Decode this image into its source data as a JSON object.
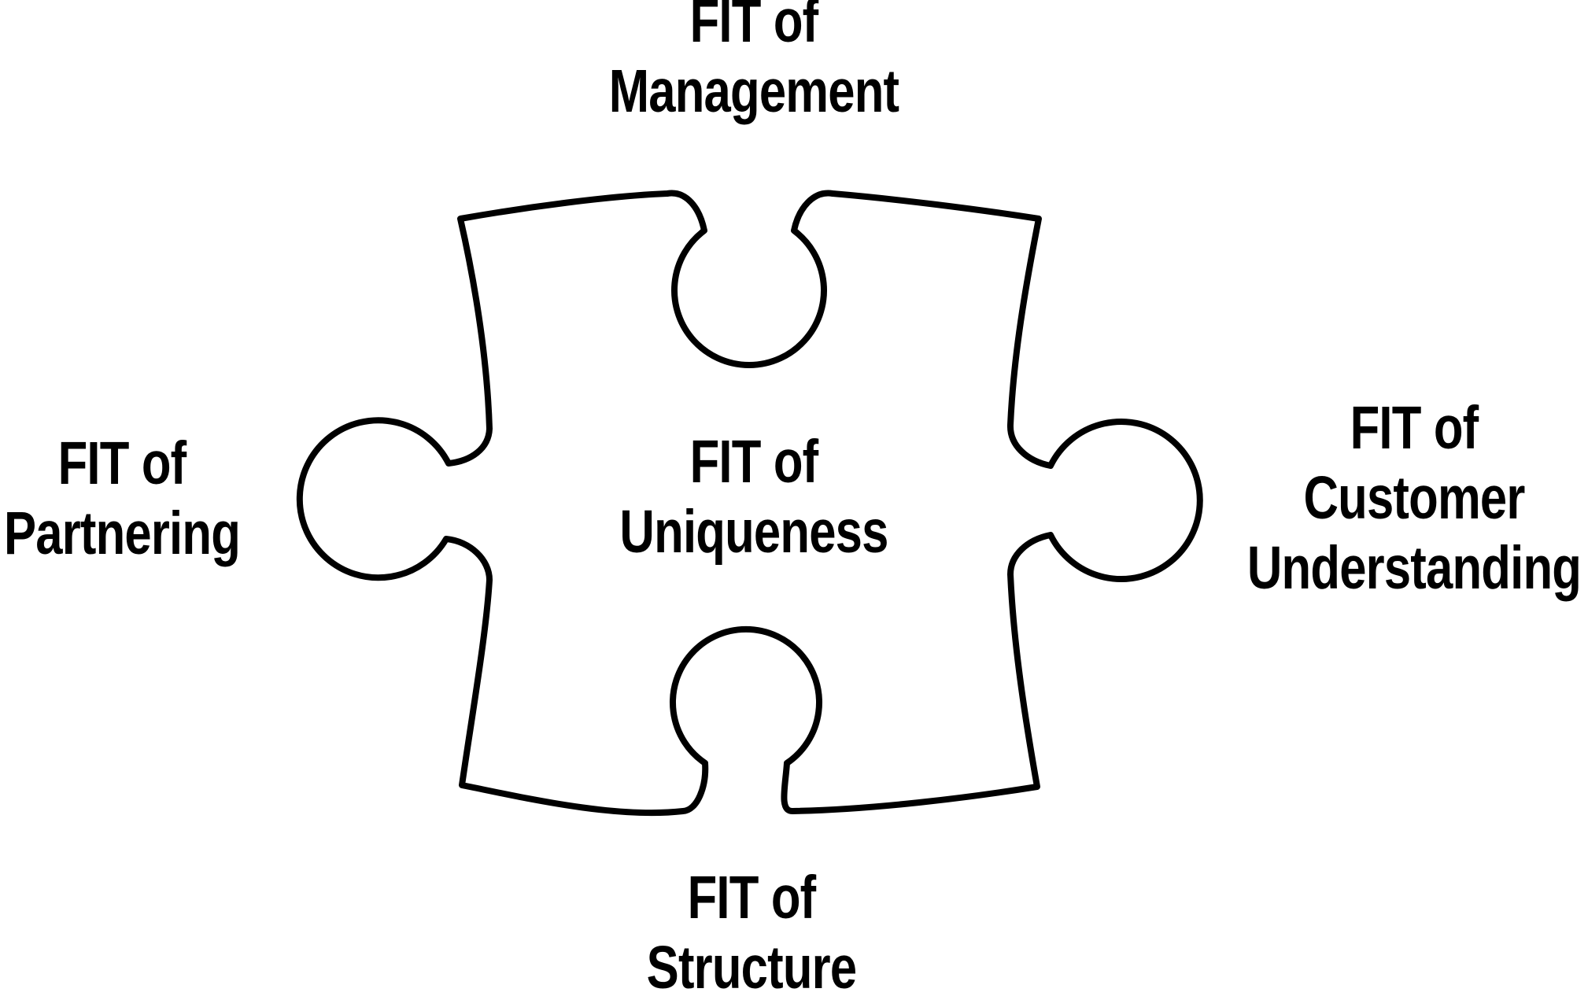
{
  "diagram": {
    "title": "Five FITs puzzle diagram",
    "background_color": "#ffffff",
    "outline_color": "#000000",
    "text_color": "#000000",
    "labels": {
      "top": {
        "position": "top",
        "lines": [
          "FIT of",
          "Management"
        ]
      },
      "left": {
        "position": "left",
        "lines": [
          "FIT of",
          "Partnering"
        ]
      },
      "center": {
        "position": "center",
        "lines": [
          "FIT of",
          "Uniqueness"
        ]
      },
      "right": {
        "position": "right",
        "lines": [
          "FIT of",
          "Customer",
          "Understanding"
        ]
      },
      "bottom": {
        "position": "bottom",
        "lines": [
          "FIT of",
          "Structure"
        ]
      }
    }
  }
}
